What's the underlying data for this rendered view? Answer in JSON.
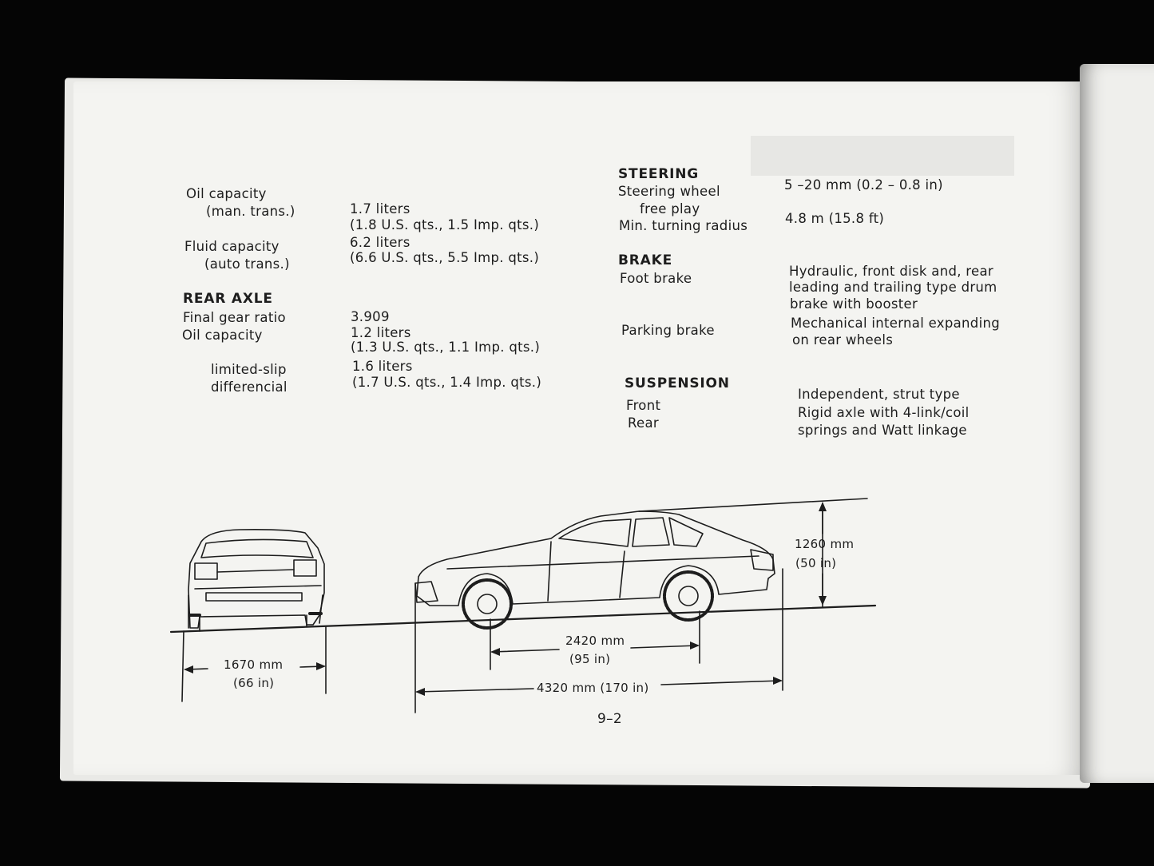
{
  "left_column": {
    "oil_capacity_label": "Oil capacity",
    "man_trans_label": "(man. trans.)",
    "oil_capacity_value": "1.7 liters",
    "oil_capacity_value_sub": "(1.8 U.S. qts., 1.5 Imp. qts.)",
    "fluid_capacity_label": "Fluid capacity",
    "auto_trans_label": "(auto trans.)",
    "fluid_capacity_value": "6.2 liters",
    "fluid_capacity_value_sub": "(6.6 U.S. qts., 5.5 Imp. qts.)",
    "rear_axle_heading": "REAR AXLE",
    "final_gear_ratio_label": "Final gear ratio",
    "final_gear_ratio_value": "3.909",
    "rear_oil_capacity_label": "Oil capacity",
    "rear_oil_capacity_value": "1.2 liters",
    "rear_oil_capacity_value_sub": "(1.3 U.S. qts., 1.1 Imp. qts.)",
    "limited_slip_label": "limited-slip",
    "differencial_label": "differencial",
    "limited_slip_value": "1.6 liters",
    "limited_slip_value_sub": "(1.7 U.S. qts., 1.4 Imp. qts.)"
  },
  "right_column": {
    "steering_heading": "STEERING",
    "steering_wheel_label": "Steering wheel",
    "free_play_label": "free play",
    "free_play_value": "5 –20 mm (0.2 – 0.8 in)",
    "turning_radius_label": "Min. turning radius",
    "turning_radius_value": "4.8 m (15.8 ft)",
    "brake_heading": "BRAKE",
    "foot_brake_label": "Foot brake",
    "foot_brake_value_1": "Hydraulic, front disk and, rear",
    "foot_brake_value_2": "leading and trailing type drum",
    "foot_brake_value_3": "brake with booster",
    "parking_brake_label": "Parking brake",
    "parking_brake_value_1": "Mechanical internal expanding",
    "parking_brake_value_2": "on rear wheels",
    "suspension_heading": "SUSPENSION",
    "front_label": "Front",
    "front_value": "Independent, strut type",
    "rear_label": "Rear",
    "rear_value_1": "Rigid axle with 4-link/coil",
    "rear_value_2": "springs and Watt linkage"
  },
  "dimensions": {
    "height_mm": "1260 mm",
    "height_in": "(50 in)",
    "track_mm": "1670 mm",
    "track_in": "(66 in)",
    "wheelbase_mm": "2420 mm",
    "wheelbase_in": "(95 in)",
    "length": "4320 mm (170 in)"
  },
  "page_number": "9–2",
  "colors": {
    "ink": "#1d1d1d",
    "paper": "#f4f4f1",
    "background": "#050505"
  }
}
